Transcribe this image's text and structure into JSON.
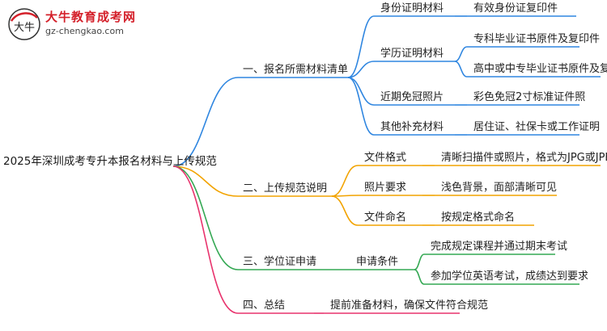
{
  "logo": {
    "name": "大牛教育成考网",
    "url": "gz-chengkao.com",
    "mark_text": "大牛"
  },
  "colors": {
    "blue": "#2f86e0",
    "orange": "#f2a300",
    "green": "#34a853",
    "pink": "#e8336d"
  },
  "mindmap": {
    "root": "2025年深圳成考专升本报名材料与上传规范",
    "branches": [
      {
        "label": "一、报名所需材料清单",
        "color": "blue",
        "children": [
          {
            "label": "身份证明材料",
            "children": [
              {
                "label": "有效身份证复印件"
              }
            ]
          },
          {
            "label": "学历证明材料",
            "children": [
              {
                "label": "专科毕业证书原件及复印件"
              },
              {
                "label": "高中或中专毕业证书原件及复印件"
              }
            ]
          },
          {
            "label": "近期免冠照片",
            "children": [
              {
                "label": "彩色免冠2寸标准证件照"
              }
            ]
          },
          {
            "label": "其他补充材料",
            "children": [
              {
                "label": "居住证、社保卡或工作证明"
              }
            ]
          }
        ]
      },
      {
        "label": "二、上传规范说明",
        "color": "orange",
        "children": [
          {
            "label": "文件格式",
            "children": [
              {
                "label": "清晰扫描件或照片，格式为JPG或JPEG"
              }
            ]
          },
          {
            "label": "照片要求",
            "children": [
              {
                "label": "浅色背景，面部清晰可见"
              }
            ]
          },
          {
            "label": "文件命名",
            "children": [
              {
                "label": "按规定格式命名"
              }
            ]
          }
        ]
      },
      {
        "label": "三、学位证申请",
        "color": "green",
        "children": [
          {
            "label": "申请条件",
            "children": [
              {
                "label": "完成规定课程并通过期末考试"
              },
              {
                "label": "参加学位英语考试，成绩达到要求"
              }
            ]
          }
        ]
      },
      {
        "label": "四、总结",
        "color": "pink",
        "children": [
          {
            "label": "提前准备材料，确保文件符合规范"
          }
        ]
      }
    ]
  }
}
